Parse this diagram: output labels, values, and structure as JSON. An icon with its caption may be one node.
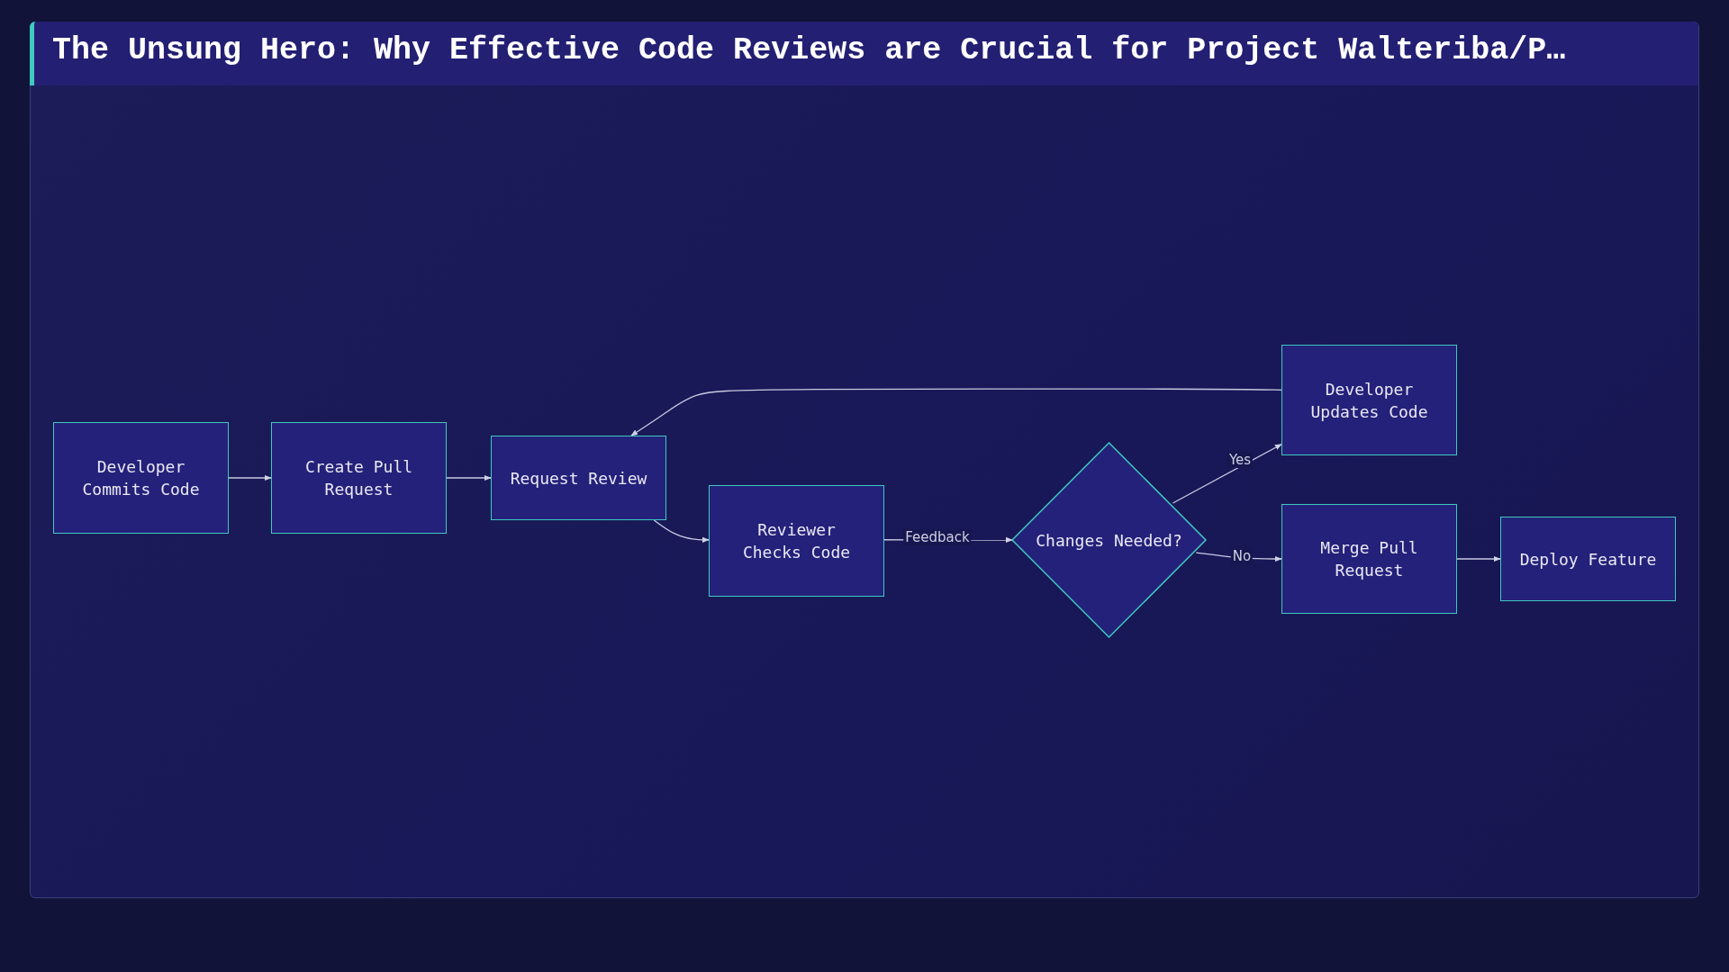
{
  "diagram": {
    "title": "The Unsung Hero: Why Effective Code Reviews are Crucial for Project Walteriba/P…",
    "nodes": [
      {
        "text": [
          "Developer Commits Code"
        ]
      },
      {
        "text": [
          "Create Pull Request"
        ]
      },
      {
        "text": [
          "Request Review"
        ]
      },
      {
        "text": [
          "Reviewer Checks Code"
        ]
      },
      {
        "text": [
          "Changes Needed?"
        ]
      },
      {
        "text": [
          "Developer Updates Code"
        ]
      },
      {
        "text": [
          "Merge Pull Request"
        ]
      },
      {
        "text": [
          "Deploy Feature"
        ]
      }
    ],
    "edges": [
      {
        "from": 0,
        "to": 1,
        "arrow": "to"
      },
      {
        "from": 1,
        "to": 2,
        "arrow": "to"
      },
      {
        "from": 2,
        "to": 3,
        "arrow": "to"
      },
      {
        "from": 3,
        "to": 4,
        "arrow": "to",
        "label": "Feedback"
      },
      {
        "from": 4,
        "to": 5,
        "arrow": "to",
        "label": "Yes"
      },
      {
        "from": 4,
        "to": 6,
        "arrow": "to",
        "label": "No"
      },
      {
        "from": 6,
        "to": 7,
        "arrow": "to"
      },
      {
        "from": 5,
        "to": 2,
        "arrow": "to"
      }
    ]
  }
}
